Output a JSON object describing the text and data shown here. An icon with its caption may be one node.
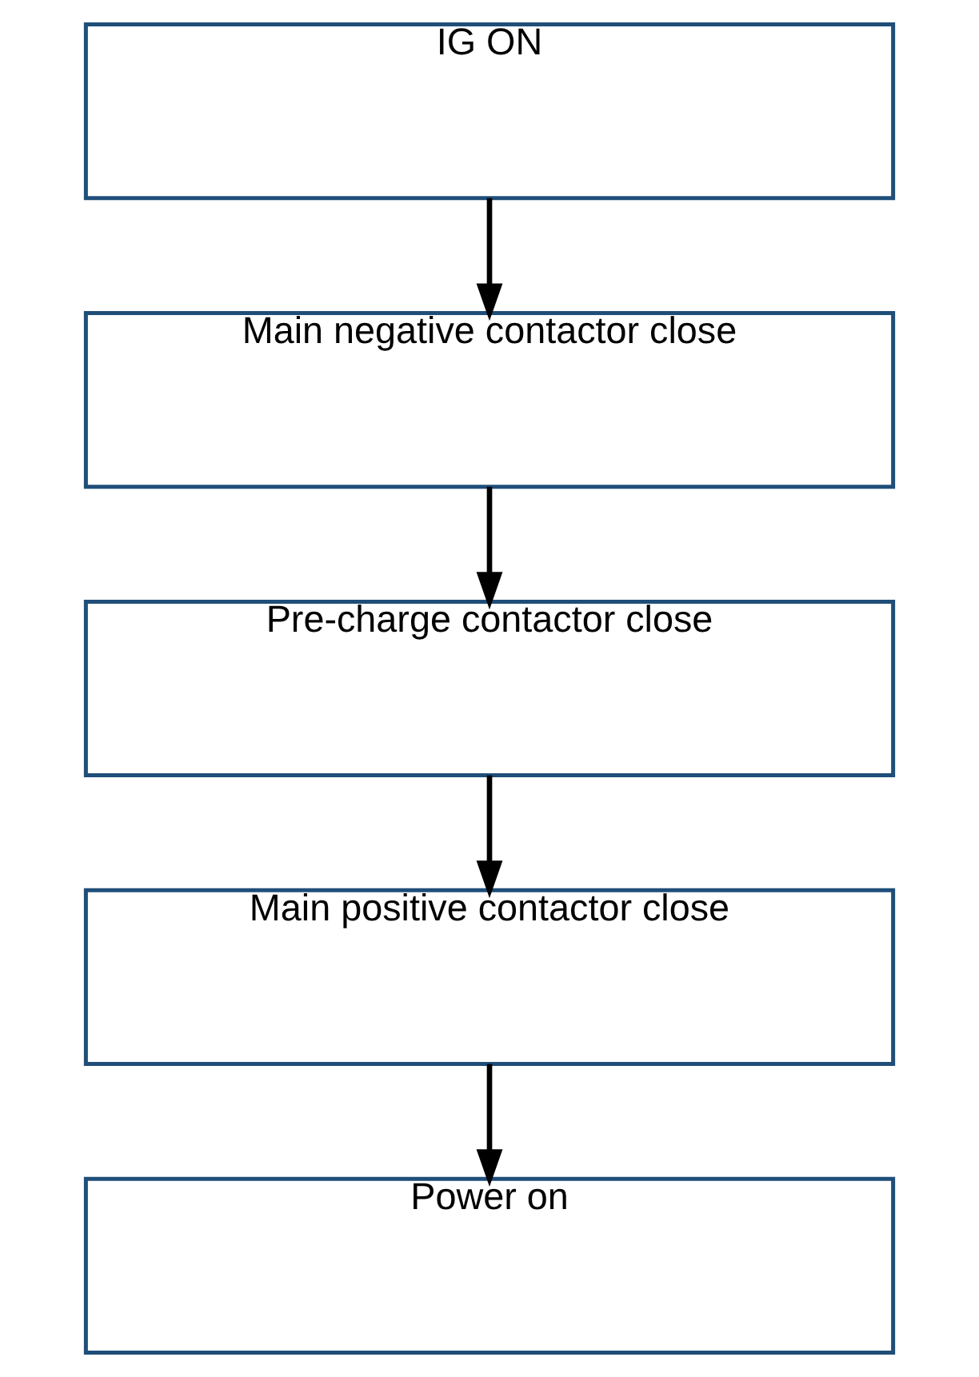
{
  "diagram": {
    "nodes": [
      {
        "text": [
          "IG ON"
        ]
      },
      {
        "text": [
          "Main negative contactor close"
        ]
      },
      {
        "text": [
          "Pre-charge contactor close"
        ]
      },
      {
        "text": [
          "Main positive contactor close"
        ]
      },
      {
        "text": [
          "Power on"
        ]
      }
    ],
    "edges": [
      {
        "from": 0,
        "to": 1,
        "arrow": "to"
      },
      {
        "from": 1,
        "to": 2,
        "arrow": "to"
      },
      {
        "from": 2,
        "to": 3,
        "arrow": "to"
      },
      {
        "from": 3,
        "to": 4,
        "arrow": "to"
      }
    ]
  }
}
